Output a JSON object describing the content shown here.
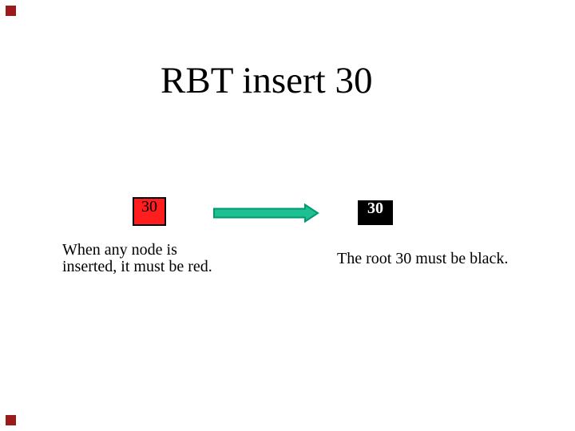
{
  "slide": {
    "title": "RBT insert 30",
    "red_node": {
      "label": "30",
      "fill": "#FF1D1D",
      "border_color": "#000000",
      "text_color": "#000000"
    },
    "black_node": {
      "label": "30",
      "fill": "#000000",
      "text_color": "#FFFFFF"
    },
    "arrow": {
      "direction": "right",
      "fill": "#1EC092",
      "stroke": "#009972"
    },
    "left_caption": {
      "line1": "When any node is",
      "line2": "inserted, it must be red."
    },
    "right_caption": "The root 30 must be black.",
    "corner_marker_color": "#9B1B1B"
  }
}
